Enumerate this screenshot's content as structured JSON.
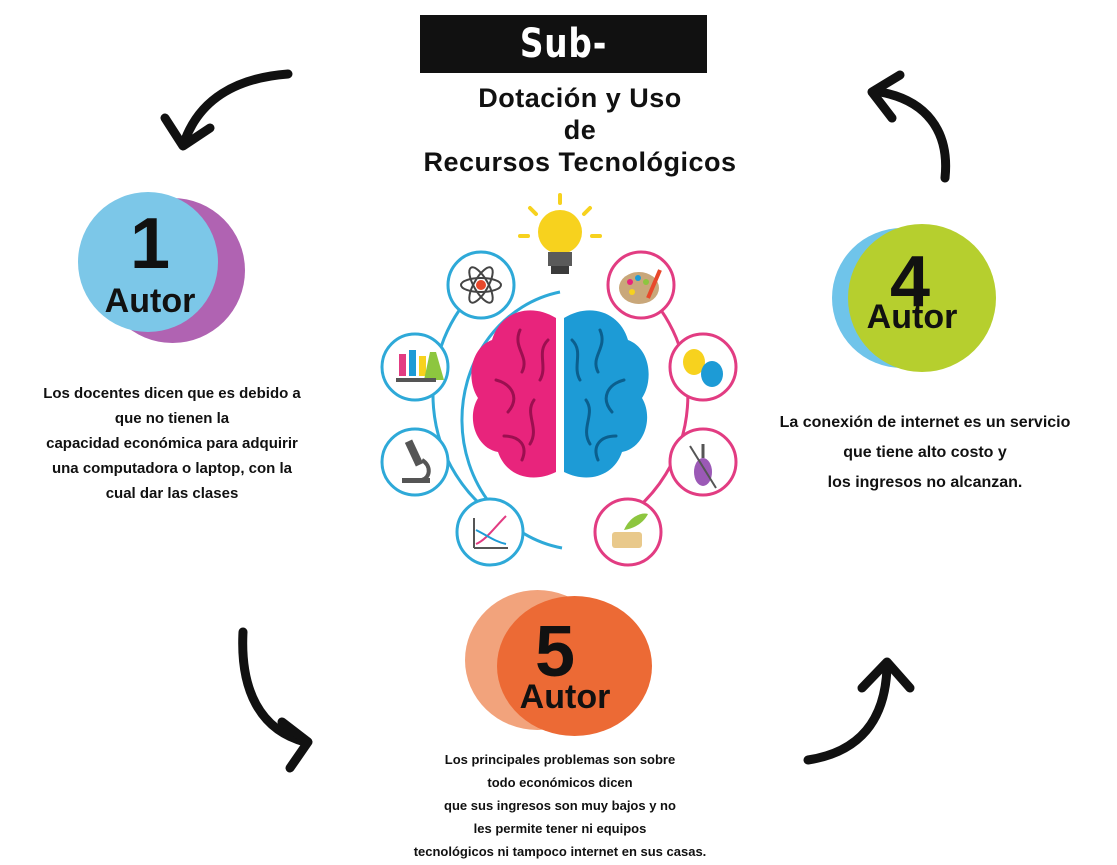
{
  "header": {
    "label": "Sub-Categoria:",
    "subtitle_lines": [
      "Dotación y Uso",
      "de",
      "Recursos Tecnológicos"
    ]
  },
  "authors": [
    {
      "number": "1",
      "label": "Autor",
      "colors": {
        "front": "#7cc7e8",
        "back": "#b063b2"
      },
      "text_lines": [
        "Los docentes dicen que es debido a",
        "que no tienen la",
        "capacidad económica para adquirir",
        "una computadora o laptop, con la",
        "cual dar las clases"
      ]
    },
    {
      "number": "4",
      "label": "Autor",
      "colors": {
        "front": "#b6cf2e",
        "back": "#6fc4ea"
      },
      "text_lines": [
        "La conexión de internet es un servicio",
        "que tiene alto costo y",
        "los ingresos no alcanzan."
      ]
    },
    {
      "number": "5",
      "label": "Autor",
      "colors": {
        "front": "#ec6a35",
        "back": "#f2a37c"
      },
      "text_lines": [
        "Los principales problemas son sobre",
        "todo económicos dicen",
        "que sus ingresos son muy bajos y no",
        "les permite tener ni equipos",
        "tecnológicos ni tampoco internet en sus casas."
      ]
    }
  ],
  "brain_icons": {
    "left": [
      "atom-icon",
      "test-tubes-icon",
      "microscope-icon",
      "graph-icon"
    ],
    "right": [
      "palette-icon",
      "theater-masks-icon",
      "violin-icon",
      "quill-scroll-icon"
    ],
    "top": "lightbulb-icon",
    "colors": {
      "left_hemisphere": "#e8247c",
      "right_hemisphere": "#1d9bd6",
      "left_ring": "#2ea9d8",
      "right_ring": "#e23c82"
    }
  }
}
